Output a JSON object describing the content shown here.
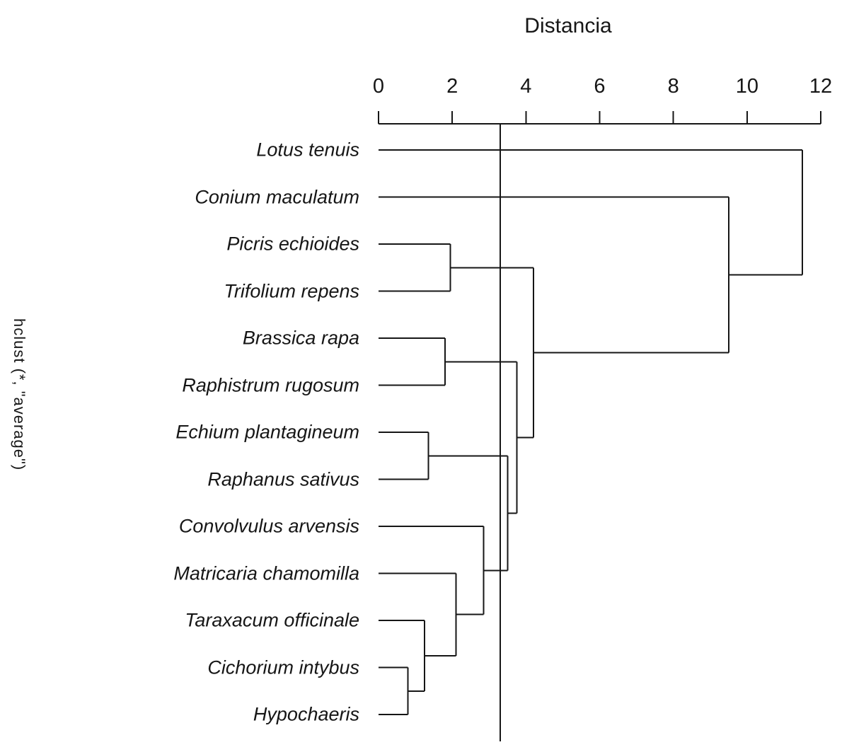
{
  "chart_data": {
    "type": "dendrogram",
    "title": "Distancia",
    "ylabel": "hclust (*, \"average\")",
    "orientation": "horizontal",
    "axis": {
      "min": 0,
      "max": 12,
      "ticks": [
        0,
        2,
        4,
        6,
        8,
        10,
        12
      ],
      "position": "top"
    },
    "cut_line": 3.3,
    "leaf_order": [
      "Lotus tenuis",
      "Conium maculatum",
      "Picris echioides",
      "Trifolium repens",
      "Brassica rapa",
      "Raphistrum rugosum",
      "Echium plantagineum",
      "Raphanus sativus",
      "Convolvulus arvensis",
      "Matricaria chamomilla",
      "Taraxacum officinale",
      "Cichorium intybus",
      "Hypochaeris"
    ],
    "tree": {
      "h": 11.5,
      "children": [
        {
          "leaf": "Lotus tenuis"
        },
        {
          "h": 9.5,
          "children": [
            {
              "leaf": "Conium maculatum"
            },
            {
              "h": 4.2,
              "children": [
                {
                  "h": 1.95,
                  "children": [
                    {
                      "leaf": "Picris echioides"
                    },
                    {
                      "leaf": "Trifolium repens"
                    }
                  ]
                },
                {
                  "h": 3.75,
                  "children": [
                    {
                      "h": 1.8,
                      "children": [
                        {
                          "leaf": "Brassica rapa"
                        },
                        {
                          "leaf": "Raphistrum rugosum"
                        }
                      ]
                    },
                    {
                      "h": 3.5,
                      "children": [
                        {
                          "h": 1.35,
                          "children": [
                            {
                              "leaf": "Echium plantagineum"
                            },
                            {
                              "leaf": "Raphanus sativus"
                            }
                          ]
                        },
                        {
                          "h": 2.85,
                          "children": [
                            {
                              "leaf": "Convolvulus arvensis"
                            },
                            {
                              "h": 2.1,
                              "children": [
                                {
                                  "leaf": "Matricaria chamomilla"
                                },
                                {
                                  "h": 1.25,
                                  "children": [
                                    {
                                      "leaf": "Taraxacum officinale"
                                    },
                                    {
                                      "h": 0.8,
                                      "children": [
                                        {
                                          "leaf": "Cichorium intybus"
                                        },
                                        {
                                          "leaf": "Hypochaeris"
                                        }
                                      ]
                                    }
                                  ]
                                }
                              ]
                            }
                          ]
                        }
                      ]
                    }
                  ]
                }
              ]
            }
          ]
        }
      ]
    },
    "line_color": "#161616",
    "background_color": "#ffffff"
  }
}
